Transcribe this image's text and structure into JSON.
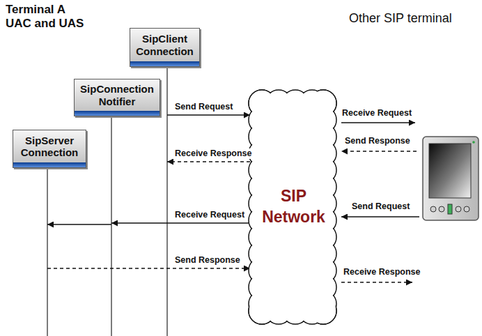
{
  "diagram": {
    "title": "Terminal A UAC and UAS",
    "nodes": [
      {
        "text": [
          "SipClient Connection"
        ]
      },
      {
        "text": [
          "SipConnection Notifier"
        ]
      },
      {
        "text": [
          "SipServer Connection"
        ]
      },
      {
        "text": [
          "SIP Network"
        ]
      }
    ],
    "edges": [
      {
        "from": 0,
        "to": 3,
        "arrow": "to",
        "label": "Send Request"
      },
      {
        "from": 3,
        "to": 0,
        "arrow": "to",
        "label": "Receive Response"
      },
      {
        "from": 3,
        "to": 1,
        "arrow": "to",
        "label": "Receive Request"
      },
      {
        "from": 1,
        "to": 2,
        "arrow": "to"
      },
      {
        "from": 2,
        "to": 3,
        "arrow": "to",
        "label": "Send Response"
      }
    ],
    "labels": [
      "Other SIP terminal",
      "Receive Request",
      "Send Response",
      "Send Request",
      "Receive Response"
    ]
  }
}
